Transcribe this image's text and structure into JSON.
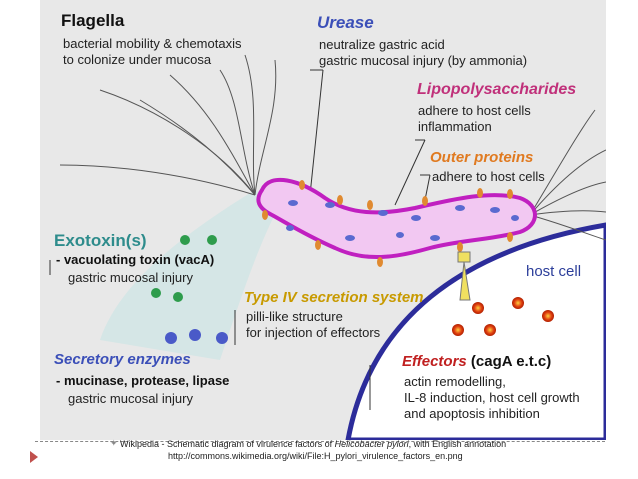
{
  "flagella": {
    "title": "Flagella",
    "line1": "bacterial mobility & chemotaxis",
    "line2": "to colonize under mucosa"
  },
  "urease": {
    "title": "Urease",
    "line1": "neutralize gastric acid",
    "line2": "gastric mucosal injury (by ammonia)"
  },
  "lps": {
    "title": "Lipopolysaccharides",
    "line1": "adhere to host cells",
    "line2": "inflammation"
  },
  "outer": {
    "title": "Outer proteins",
    "line1": "adhere to host cells"
  },
  "exotoxin": {
    "title": "Exotoxin(s)",
    "line1": "- vacuolating toxin (vacA)",
    "line2": "gastric mucosal injury"
  },
  "host": {
    "label": "host cell"
  },
  "type4": {
    "title": "Type IV secretion system",
    "line1": "pilli-like structure",
    "line2": "for injection of effectors"
  },
  "secretory": {
    "title": "Secretory enzymes",
    "line1": "- mucinase, protease, lipase",
    "line2": "gastric mucosal injury"
  },
  "effectors": {
    "title": "Effectors",
    "title_suffix": " (cagA e.t.c)",
    "line1": "actin remodelling,",
    "line2": "IL-8 induction, host cell growth",
    "line3": "and apoptosis inhibition"
  },
  "caption": {
    "bullet": "✦",
    "line1_prefix": "Wikipedia - Schematic diagram of virulence factors of ",
    "line1_italic": "Helicobacter pylori",
    "line1_suffix": ", with English annotation",
    "line2": "http://commons.wikimedia.org/wiki/File:H_pylori_virulence_factors_en.png"
  },
  "colors": {
    "background": "#e8e8e8",
    "bacterium_fill": "#f2c8f2",
    "bacterium_stroke": "#c020c0",
    "host_cell_stroke": "#2c2c9a",
    "exotoxin_green": "#2e9c4c",
    "enzyme_blue": "#4a5ac8",
    "effector_red": "#e04010",
    "outer_orange": "#e08a30"
  }
}
